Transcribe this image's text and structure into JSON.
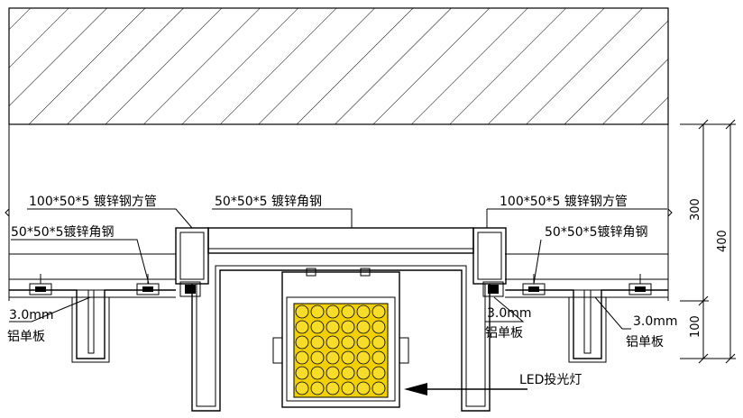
{
  "labels": {
    "square_tube_left": "100*50*5 镀锌钢方管",
    "square_tube_right": "100*50*5 镀锌钢方管",
    "angle_steel_center": "50*50*5 镀锌角钢",
    "angle_steel_left": "50*50*5镀锌角钢",
    "angle_steel_right": "50*50*5镀锌角钢",
    "aluminum_left_thickness": "3.0mm",
    "aluminum_left_name": "铝单板",
    "aluminum_mid_thickness": "3.0mm",
    "aluminum_mid_name": "铝单板",
    "aluminum_right_thickness": "3.0mm",
    "aluminum_right_name": "铝单板",
    "led_light": "LED投光灯"
  },
  "dimensions": {
    "inner_upper": "300",
    "inner_lower": "100",
    "outer_total": "400"
  }
}
